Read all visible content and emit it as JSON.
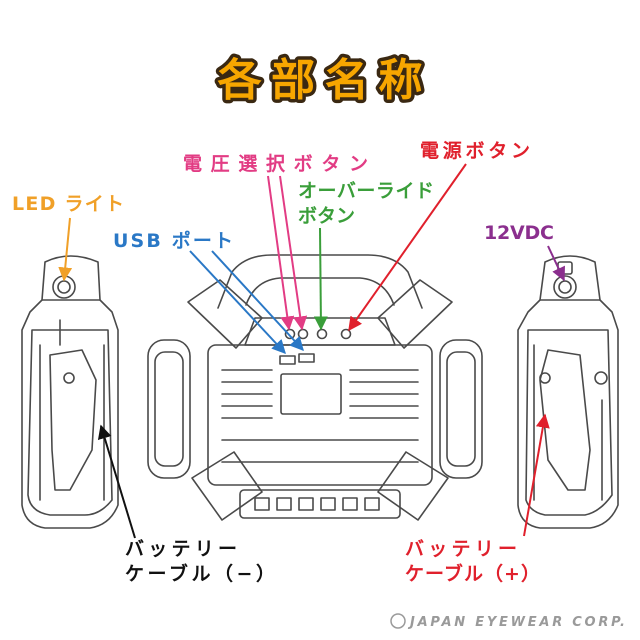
{
  "title": "各部名称",
  "labels": {
    "voltage_select": "電圧選択ボタン",
    "power_button": "電源ボタン",
    "override_line1": "オーバーライド",
    "override_line2": "ボタン",
    "led_light": "LED ライト",
    "usb_port": "USB ポート",
    "dc12v": "12VDC",
    "battery_minus_line1": "バッテリー",
    "battery_minus_line2": "ケーブル（−）",
    "battery_plus_line1": "バッテリー",
    "battery_plus_line2": "ケーブル（+）"
  },
  "watermark": "JAPAN EYEWEAR CORP.",
  "colors": {
    "title_fill": "#f7a600",
    "title_outline": "#3a2812",
    "pink": "#e23c84",
    "red": "#e0202c",
    "green": "#3a9e3a",
    "orange": "#f0a028",
    "blue": "#2a78c6",
    "purple": "#8b2f8e",
    "black": "#111111",
    "line_art": "#4a4a4a",
    "watermark": "#9a9a9a"
  }
}
